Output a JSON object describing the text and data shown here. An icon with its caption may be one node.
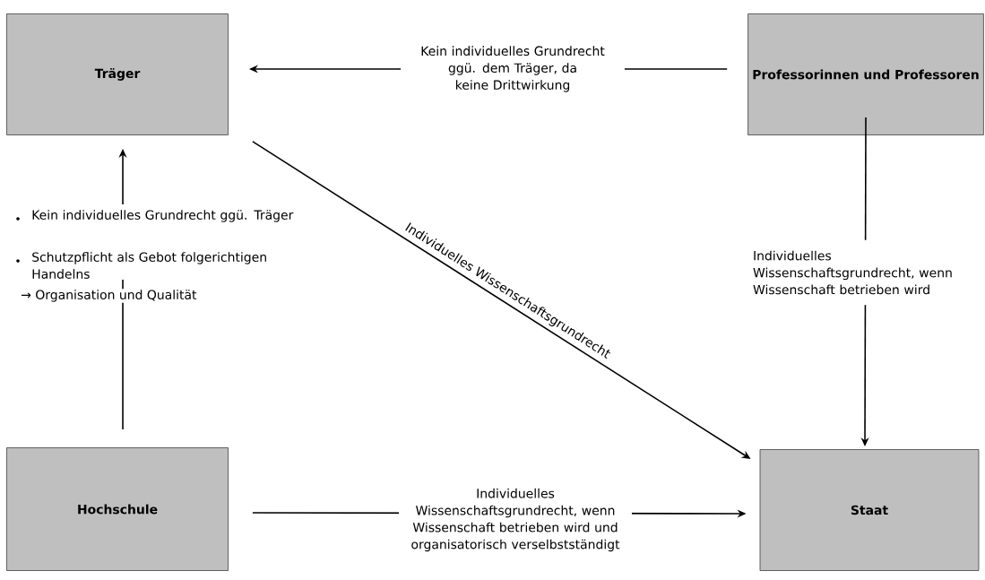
{
  "diagram": {
    "nodes": [
      {
        "text": [
          "Träger"
        ]
      },
      {
        "text": [
          "Professorinnen und Professoren"
        ]
      },
      {
        "text": [
          "Hochschule"
        ]
      },
      {
        "text": [
          "Staat"
        ]
      }
    ],
    "edges": [
      {
        "from": 1,
        "to": 0,
        "arrow": "to",
        "label": "Kein individuelles Grundrecht ggü. dem Träger, da keine Drittwirkung"
      },
      {
        "from": 0,
        "to": 3,
        "arrow": "to",
        "label": "Individuelles Wissenschaftsgrundrecht"
      },
      {
        "from": 2,
        "to": 0,
        "arrow": "to"
      },
      {
        "from": 1,
        "to": 3,
        "arrow": "to",
        "label": "Individuelles Wissenschaftsgrundrecht, wenn Wissenschaft betrieben wird"
      },
      {
        "from": 2,
        "to": 3,
        "arrow": "to",
        "label": "Individuelles Wissenschaftsgrundrecht, wenn Wissenschaft betrieben wird und organisatorisch verselbstständigt"
      }
    ],
    "labels": [
      "Kein  individuelles Grundrecht ggü. Träger",
      "Schutzpflicht als Gebot folgerichtigen Handelns",
      "→ Organisation und Qualität"
    ]
  }
}
